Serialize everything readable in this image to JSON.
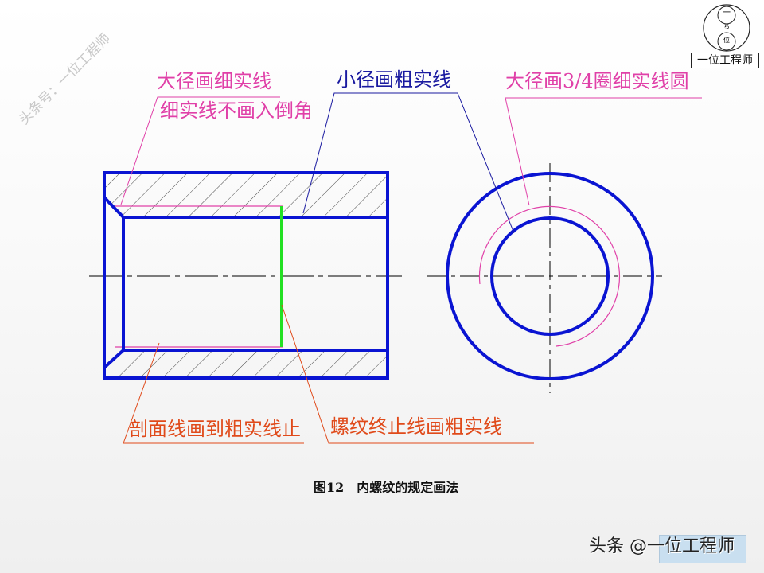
{
  "watermark": {
    "text": "头条号：一位工程师"
  },
  "logo": {
    "name": "一位工程师",
    "top_glyph": "一",
    "mid_glyph": "ち",
    "bottom_glyph": "位"
  },
  "annotations": {
    "major_dia_thin": {
      "text": "大径画细实线",
      "color": "#e040a8"
    },
    "thin_no_chamfer": {
      "text": "细实线不画入倒角",
      "color": "#e040a8"
    },
    "minor_dia_thick": {
      "text": "小径画粗实线",
      "color": "#1a1aa0"
    },
    "major_dia_three_quarter": {
      "text": "大径画3/4圈细实线圆",
      "color": "#e040a8"
    },
    "hatch_to_thick": {
      "text": "剖面线画到粗实线止",
      "color": "#e04a1a"
    },
    "thread_end_thick": {
      "text": "螺纹终止线画粗实线",
      "color": "#e04a1a"
    }
  },
  "caption": {
    "text": "图12　内螺纹的规定画法"
  },
  "footer": {
    "text": "头条 @一位工程师"
  },
  "colors": {
    "thick_line": "#0a14d2",
    "thin_line": "#e040a8",
    "thread_end": "#22e022",
    "centerline": "#000000",
    "hatch": "#333333"
  }
}
